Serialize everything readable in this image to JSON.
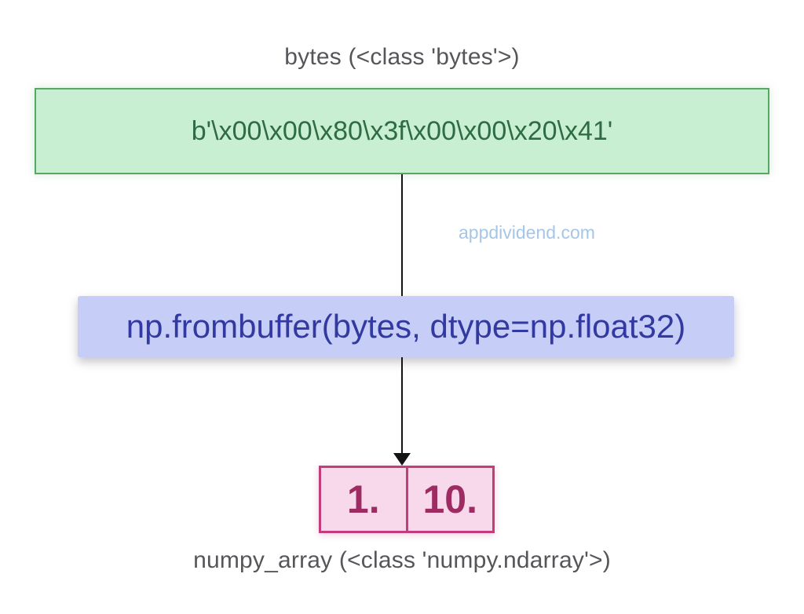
{
  "diagram": {
    "top_label": "bytes (<class 'bytes'>)",
    "bytes_value": "b'\\x00\\x00\\x80\\x3f\\x00\\x00\\x20\\x41'",
    "function_call": "np.frombuffer(bytes, dtype=np.float32)",
    "array_cells": [
      "1.",
      "10."
    ],
    "bottom_label": "numpy_array (<class 'numpy.ndarray'>)",
    "watermark": "appdividend.com"
  },
  "colors": {
    "bytes_box_bg": "#c9efd3",
    "bytes_box_border": "#57a863",
    "bytes_box_text": "#2f6b45",
    "function_box_bg": "#c6cdf6",
    "function_box_text": "#3239a0",
    "array_box_bg": "#f8d8eb",
    "array_box_border": "#c23e7a",
    "array_box_text": "#9d2c63",
    "label_text": "#555659",
    "watermark_text": "#a6c6e7",
    "arrow": "#141414"
  }
}
